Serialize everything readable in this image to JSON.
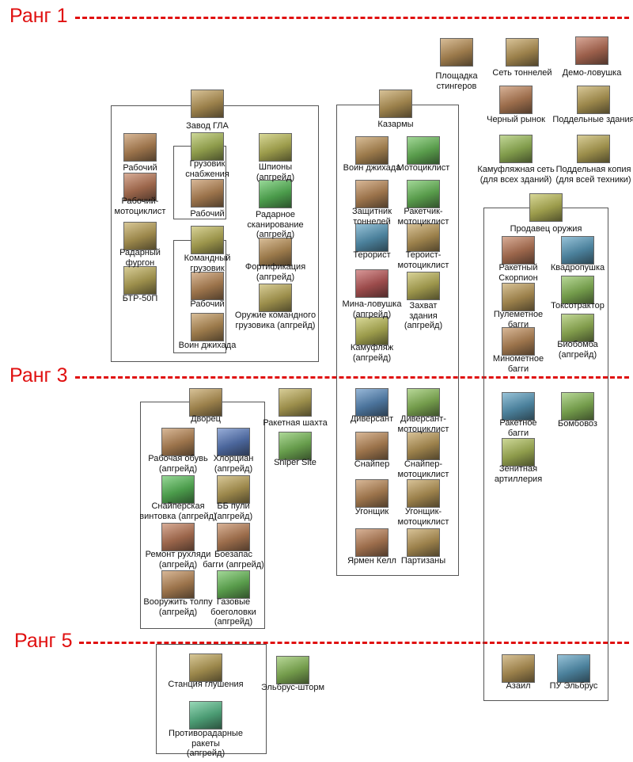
{
  "ranks": {
    "r1": "Ранг 1",
    "r3": "Ранг 3",
    "r5": "Ранг 5"
  },
  "items": {
    "stinger_site": "Площадка\nстингеров",
    "tunnel_network": "Сеть тоннелей",
    "demo_trap": "Демо-ловушка",
    "black_market": "Черный рынок",
    "fake_buildings": "Поддельные здания",
    "camo_net": "Камуфляжная сеть\n(для всех зданий)",
    "fake_copy": "Поддельная копия\n(для всей техники)",
    "gla_factory": "Завод ГЛА",
    "worker_1": "Рабочий",
    "worker_moto": "Рабочий-\nмотоциклист",
    "radar_van": "Радарный\nфургон",
    "btr50": "БТР-50П",
    "supply_truck": "Грузовик\nснабжения",
    "worker_2": "Рабочий",
    "command_truck": "Командный\nгрузовик",
    "worker_3": "Рабочий",
    "jihad_1": "Воин джихада",
    "spies": "Шпионы\n(апгрейд)",
    "radar_scan": "Радарное\nсканирование\n(апгрейд)",
    "fortification": "Фортификация\n(апгрейд)",
    "cmd_truck_weapon": "Оружие командного\nгрузовика (апгрейд)",
    "barracks": "Казармы",
    "jihad_2": "Воин джихада",
    "biker": "Мотоциклист",
    "tunnel_defender": "Защитник\nтоннелей",
    "rocket_biker": "Ракетчик-\nмотоциклист",
    "terrorist": "Терорист",
    "terror_biker": "Тероист-\nмотоциклист",
    "booby_trap": "Мина-ловушка\n(апгрейд)",
    "capture_building": "Захват\nздания\n(апгрейд)",
    "camouflage": "Камуфляж\n(апгрейд)",
    "saboteur": "Диверсант",
    "saboteur_biker": "Диверсант-\nмотоциклист",
    "sniper": "Снайпер",
    "sniper_biker": "Снайпер-\nмотоциклист",
    "hijacker": "Угонщик",
    "hijacker_biker": "Угонщик-\nмотоциклист",
    "jarmen_kell": "Ярмен Келл",
    "partisans": "Партизаны",
    "arms_dealer": "Продавец оружия",
    "scorpion": "Ракетный\nСкорпион",
    "quad_cannon": "Квадропушка",
    "mg_buggy": "Пулеметное\nбагги",
    "toxin_tractor": "Токсотрактор",
    "mortar_buggy": "Минометное\nбагги",
    "biobomb": "Биобомба\n(апгрейд)",
    "rocket_buggy": "Ракетное\nбагги",
    "bomb_truck": "Бомбовоз",
    "aa_artillery": "Зенитная\nартиллерия",
    "azail": "Азаил",
    "elbrus_launcher": "ПУ Эльбрус",
    "palace": "Дворец",
    "work_boots": "Рабочая обувь\n(апгрейд)",
    "chlorcyan": "Хлорциан\n(апгрейд)",
    "sniper_rifle": "Снайперская\nвинтовка (апгрейд)",
    "ap_bullets": "ББ пули\n(апгрейд)",
    "junk_repair": "Ремонт рухляди\n(апгрейд)",
    "buggy_ammo": "Боезапас\nбагги (апгрейд)",
    "arm_mob": "Вооружить толпу\n(апгрейд)",
    "gas_warheads": "Газовые\nбоеголовки\n(апгрейд)",
    "missile_silo": "Ракетная шахта",
    "sniper_site": "Sniper Site",
    "jamming_station": "Станция глушения",
    "anti_radar_missiles": "Противорадарные ракеты\n(апгрейд)",
    "elbrus_storm": "Эльбрус-шторм"
  },
  "colors": {
    "rank": "#e01010",
    "box": "#555555"
  }
}
